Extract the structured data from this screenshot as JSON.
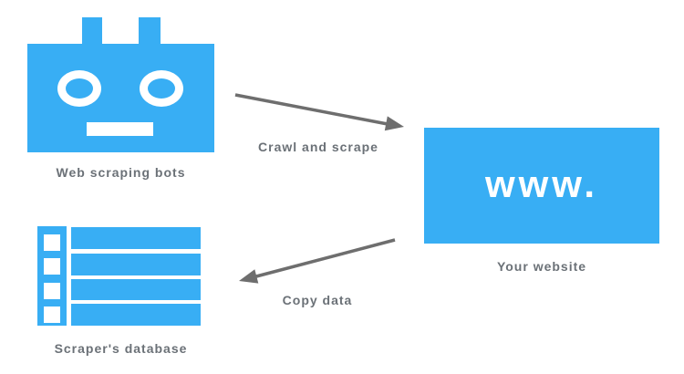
{
  "diagram": {
    "nodes": {
      "bots": {
        "label": "Web scraping bots",
        "icon": "robot-icon"
      },
      "website": {
        "label": "Your website",
        "display_text": "www."
      },
      "database": {
        "label": "Scraper's database",
        "icon": "database-list-icon"
      }
    },
    "arrows": {
      "crawl_and_scrape": {
        "label": "Crawl and scrape",
        "from": "bots",
        "to": "website"
      },
      "copy_data": {
        "label": "Copy data",
        "from": "website",
        "to": "database"
      }
    },
    "colors": {
      "accent_blue": "#38AEF4",
      "label_gray": "#6B7177",
      "arrow_gray": "#6E6E6E",
      "background": "#FFFFFF",
      "icon_detail_white": "#FFFFFF"
    }
  }
}
